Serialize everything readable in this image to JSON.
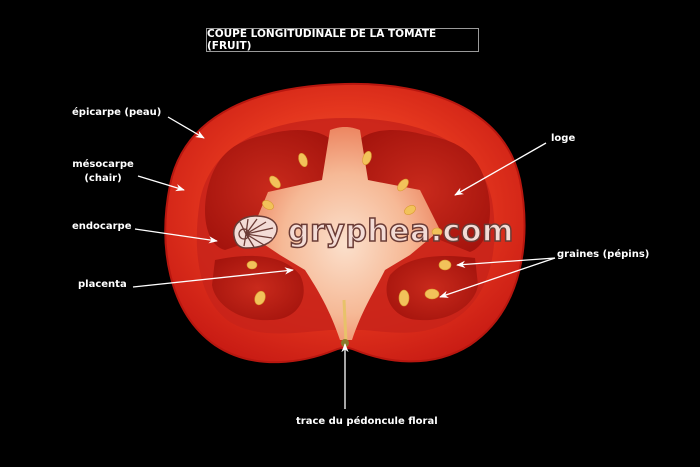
{
  "title": "COUPE LONGITUDINALE DE LA TOMATE (FRUIT)",
  "labels": {
    "epicarpe": "épicarpe (peau)",
    "mesocarpe_line1": "mésocarpe",
    "mesocarpe_line2": "(chair)",
    "endocarpe": "endocarpe",
    "placenta": "placenta",
    "loge": "loge",
    "graines": "graines (pépins)",
    "pedoncule": "trace du pédoncule floral"
  },
  "watermark": {
    "text": "gryphea.com",
    "icon": "nautilus-shell-icon"
  },
  "colors": {
    "background": "#000000",
    "label_text": "#ffffff",
    "arrow": "#ffffff",
    "title_border": "#9a9a9a",
    "skin": "#d8241a",
    "flesh": "#e0381f",
    "locule": "#b81a12",
    "placenta": "#f4b59a",
    "seed": "#f2c25a",
    "watermark_fill": "#f3dcd6",
    "watermark_stroke": "#6b3c36"
  }
}
